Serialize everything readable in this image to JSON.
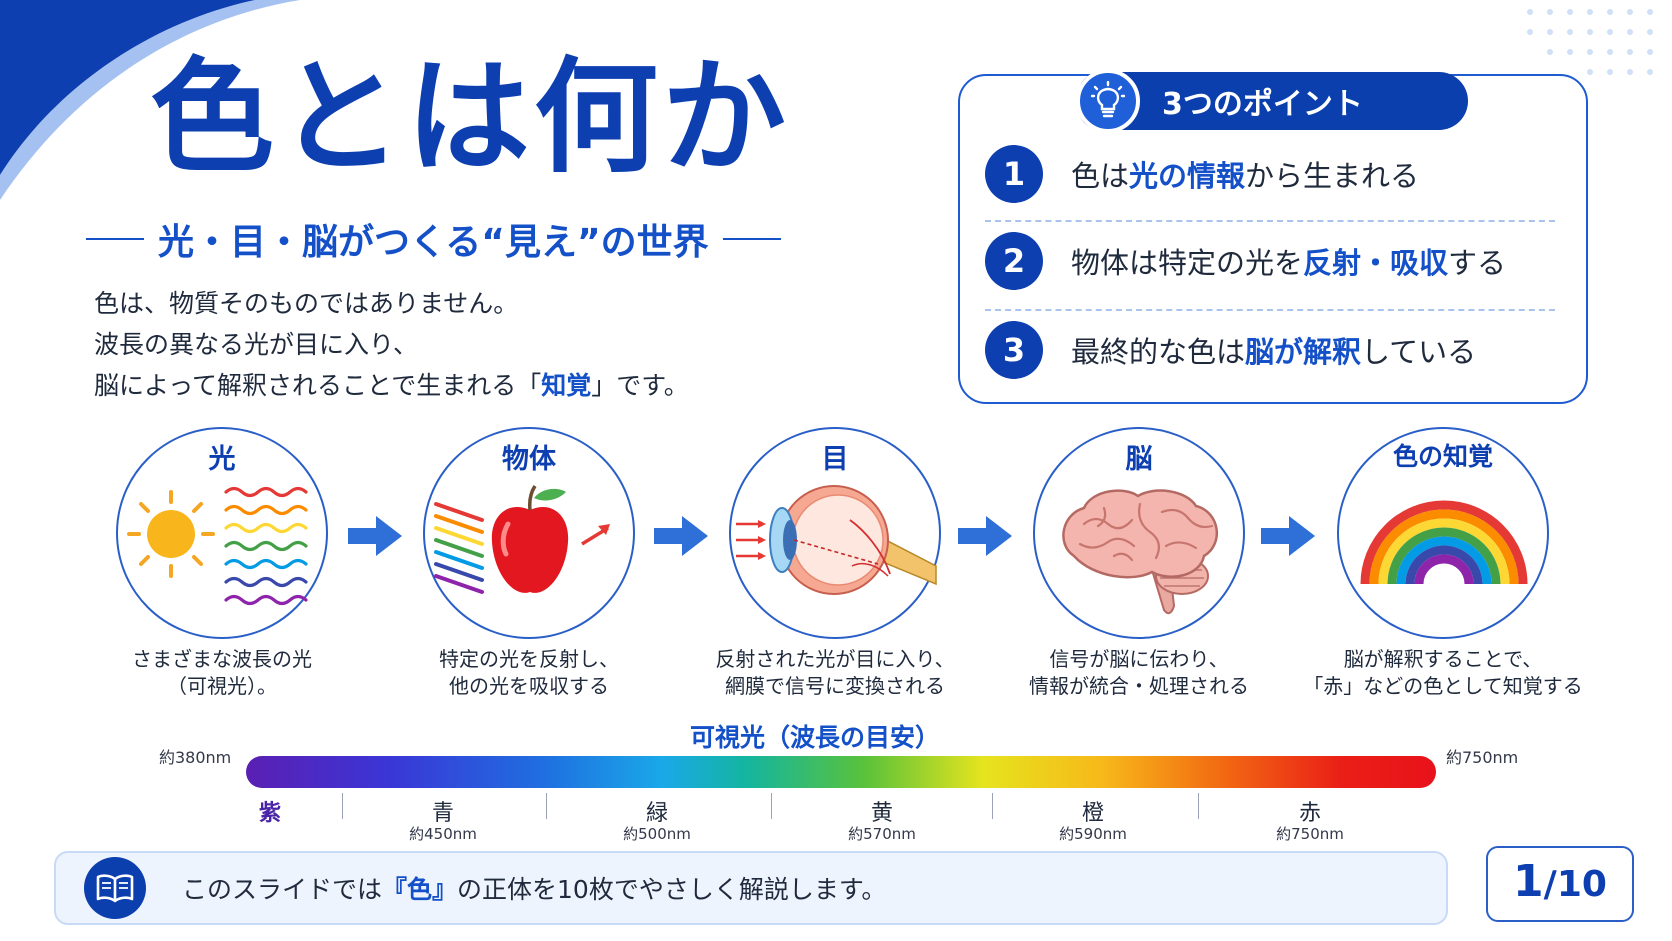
{
  "title": "色とは何か",
  "subtitle": "光・目・脳がつくる“見え”の世界",
  "intro": {
    "line1": "色は、物質そのものではありません。",
    "line2": "波長の異なる光が目に入り、",
    "line3_pre": "脳によって解釈されることで生まれる「",
    "line3_hl": "知覚",
    "line3_post": "」です。"
  },
  "points": {
    "title": "3つのポイント",
    "icon": "lightbulb-icon",
    "items": [
      {
        "num": "1",
        "pre": "色は",
        "hl": "光の情報",
        "post": "から生まれる"
      },
      {
        "num": "2",
        "pre": "物体は特定の光を",
        "hl": "反射・吸収",
        "post": "する"
      },
      {
        "num": "3",
        "pre": "最終的な色は",
        "hl": "脳が解釈",
        "post": "している"
      }
    ]
  },
  "stages": [
    {
      "label": "光",
      "cap1": "さまざまな波長の光",
      "cap2": "（可視光）。",
      "icon": "sun-and-waves-icon"
    },
    {
      "label": "物体",
      "cap1": "特定の光を反射し、",
      "cap2": "他の光を吸収する",
      "icon": "apple-icon"
    },
    {
      "label": "目",
      "cap1": "反射された光が目に入り、",
      "cap2": "網膜で信号に変換される",
      "icon": "eye-icon"
    },
    {
      "label": "脳",
      "cap1": "信号が脳に伝わり、",
      "cap2": "情報が統合・処理される",
      "icon": "brain-icon"
    },
    {
      "label": "色の知覚",
      "cap1": "脳が解釈することで、",
      "cap2": "「赤」などの色として知覚する",
      "icon": "rainbow-icon"
    }
  ],
  "spectrum": {
    "title": "可視光（波長の目安）",
    "start": "約380nm",
    "end": "約750nm",
    "colors": [
      {
        "name": "紫",
        "nm": ""
      },
      {
        "name": "青",
        "nm": "約450nm"
      },
      {
        "name": "緑",
        "nm": "約500nm"
      },
      {
        "name": "黄",
        "nm": "約570nm"
      },
      {
        "name": "橙",
        "nm": "約590nm"
      },
      {
        "name": "赤",
        "nm": "約750nm"
      }
    ]
  },
  "footer": {
    "icon": "book-icon",
    "pre": "このスライドでは",
    "hl": "『色』",
    "post": "の正体を10枚でやさしく解説します。"
  },
  "page": {
    "current": "1",
    "total": "10"
  },
  "colors": {
    "primary": "#0d3fb0",
    "accent": "#1450c8",
    "border": "#2a5fc8"
  }
}
